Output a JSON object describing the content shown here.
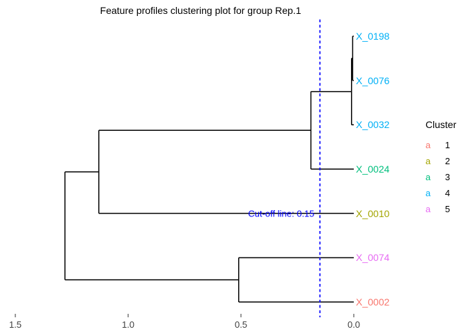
{
  "title": "Feature profiles clustering plot for group Rep.1",
  "colors": {
    "dendrogram_line": "#000000",
    "cutoff_blue": "#0000FF",
    "axis_text": "#404040",
    "background": "#FFFFFF"
  },
  "cutoff": {
    "label": "Cut-off line: 0.15",
    "value": 0.15
  },
  "legend": {
    "title": "Cluster",
    "key_glyph": "a",
    "entries": [
      {
        "label": "1",
        "color": "#F8766D"
      },
      {
        "label": "2",
        "color": "#A3A500"
      },
      {
        "label": "3",
        "color": "#00BF7D"
      },
      {
        "label": "4",
        "color": "#00B0F6"
      },
      {
        "label": "5",
        "color": "#E76BF3"
      }
    ]
  },
  "chart_data": {
    "type": "dendrogram",
    "orientation": "horizontal",
    "title": "Feature profiles clustering plot for group Rep.1",
    "x_axis": {
      "ticks": [
        "1.5",
        "1.0",
        "0.5",
        "0.0"
      ],
      "values": [
        1.5,
        1.0,
        0.5,
        0.0
      ],
      "label": "",
      "range": [
        1.55,
        0.0
      ]
    },
    "cutoff_value": 0.15,
    "cutoff_label": "Cut-off line: 0.15",
    "leaves": [
      {
        "label": "X_0198",
        "row": 1,
        "cluster": 4,
        "color": "#00B0F6"
      },
      {
        "label": "X_0076",
        "row": 2,
        "cluster": 4,
        "color": "#00B0F6"
      },
      {
        "label": "X_0032",
        "row": 3,
        "cluster": 4,
        "color": "#00B0F6"
      },
      {
        "label": "X_0024",
        "row": 4,
        "cluster": 3,
        "color": "#00BF7D"
      },
      {
        "label": "X_0010",
        "row": 5,
        "cluster": 2,
        "color": "#A3A500"
      },
      {
        "label": "X_0074",
        "row": 6,
        "cluster": 5,
        "color": "#E76BF3"
      },
      {
        "label": "X_0002",
        "row": 7,
        "cluster": 1,
        "color": "#F8766D"
      }
    ],
    "merges": [
      {
        "id": "m1",
        "a": "X_0198",
        "b": "X_0076",
        "height": 0.005
      },
      {
        "id": "m2",
        "a": "m1",
        "b": "X_0032",
        "height": 0.01
      },
      {
        "id": "m3",
        "a": "m2",
        "b": "X_0024",
        "height": 0.19
      },
      {
        "id": "m4",
        "a": "m3",
        "b": "X_0010",
        "height": 1.13
      },
      {
        "id": "m5",
        "a": "X_0074",
        "b": "X_0002",
        "height": 0.51
      },
      {
        "id": "m6",
        "a": "m4",
        "b": "m5",
        "height": 1.28
      }
    ]
  }
}
